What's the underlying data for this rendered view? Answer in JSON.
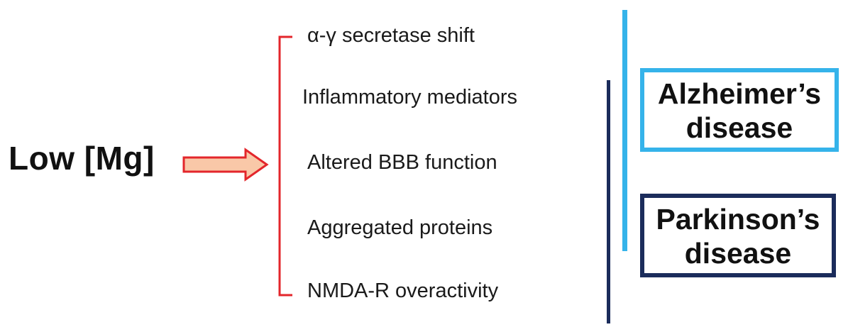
{
  "source": {
    "label": "Low [Mg]"
  },
  "mechanisms": [
    "α-γ secretase shift",
    "Inflammatory mediators",
    "Altered BBB function",
    "Aggregated proteins",
    "NMDA-R overactivity"
  ],
  "diseases": {
    "alzheimers": {
      "line1": "Alzheimer’s",
      "line2": "disease"
    },
    "parkinsons": {
      "line1": "Parkinson’s",
      "line2": "disease"
    }
  },
  "colors": {
    "bracket": "#e3262b",
    "arrow_fill": "#f9c8a8",
    "arrow_stroke": "#e3262b",
    "alzheimers": "#35b3ea",
    "parkinsons": "#1b2c5b"
  }
}
